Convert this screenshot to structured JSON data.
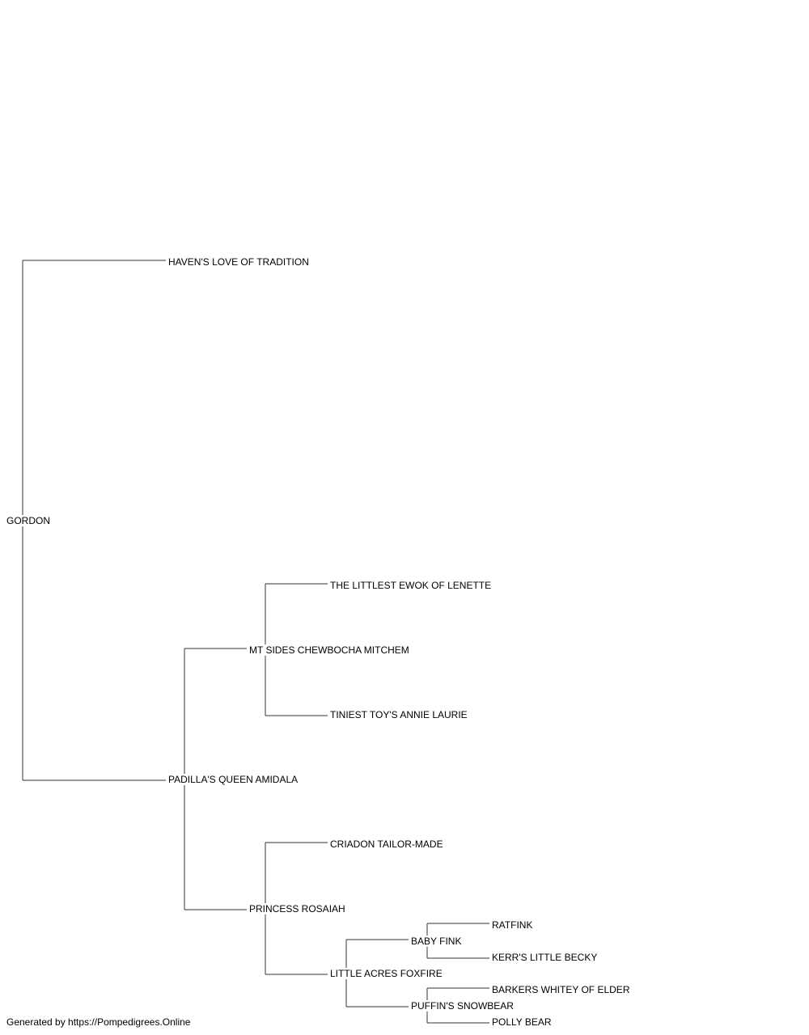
{
  "subject": "GORDON",
  "pedigree": [
    {
      "id": "sire",
      "name": "HAVEN'S LOVE OF TRADITION",
      "parent": "subject"
    },
    {
      "id": "dam",
      "name": "PADILLA'S QUEEN AMIDALA",
      "parent": "subject"
    },
    {
      "id": "dam_sire",
      "name": "MT SIDES CHEWBOCHA MITCHEM",
      "parent": "dam"
    },
    {
      "id": "dam_dam",
      "name": "PRINCESS ROSAIAH",
      "parent": "dam"
    },
    {
      "id": "dam_sire_sire",
      "name": "THE LITTLEST EWOK OF LENETTE",
      "parent": "dam_sire"
    },
    {
      "id": "dam_sire_dam",
      "name": "TINIEST TOY'S ANNIE LAURIE",
      "parent": "dam_sire"
    },
    {
      "id": "dam_dam_sire",
      "name": "CRIADON TAILOR-MADE",
      "parent": "dam_dam"
    },
    {
      "id": "dam_dam_dam",
      "name": "LITTLE ACRES FOXFIRE",
      "parent": "dam_dam"
    },
    {
      "id": "dam_dam_dam_sire",
      "name": "BABY FINK",
      "parent": "dam_dam_dam"
    },
    {
      "id": "dam_dam_dam_dam",
      "name": "PUFFIN'S SNOWBEAR",
      "parent": "dam_dam_dam"
    },
    {
      "id": "dam_dam_dam_sire_sire",
      "name": "RATFINK",
      "parent": "dam_dam_dam_sire"
    },
    {
      "id": "dam_dam_dam_sire_dam",
      "name": "KERR'S LITTLE BECKY",
      "parent": "dam_dam_dam_sire"
    },
    {
      "id": "dam_dam_dam_dam_sire",
      "name": "BARKERS WHITEY OF ELDER",
      "parent": "dam_dam_dam_dam"
    },
    {
      "id": "dam_dam_dam_dam_dam",
      "name": "POLLY BEAR",
      "parent": "dam_dam_dam_dam"
    }
  ],
  "footer": "Generated by https://Pompedigrees.Online",
  "colors": {
    "line": "#333333",
    "text": "#000000",
    "background": "#ffffff"
  }
}
